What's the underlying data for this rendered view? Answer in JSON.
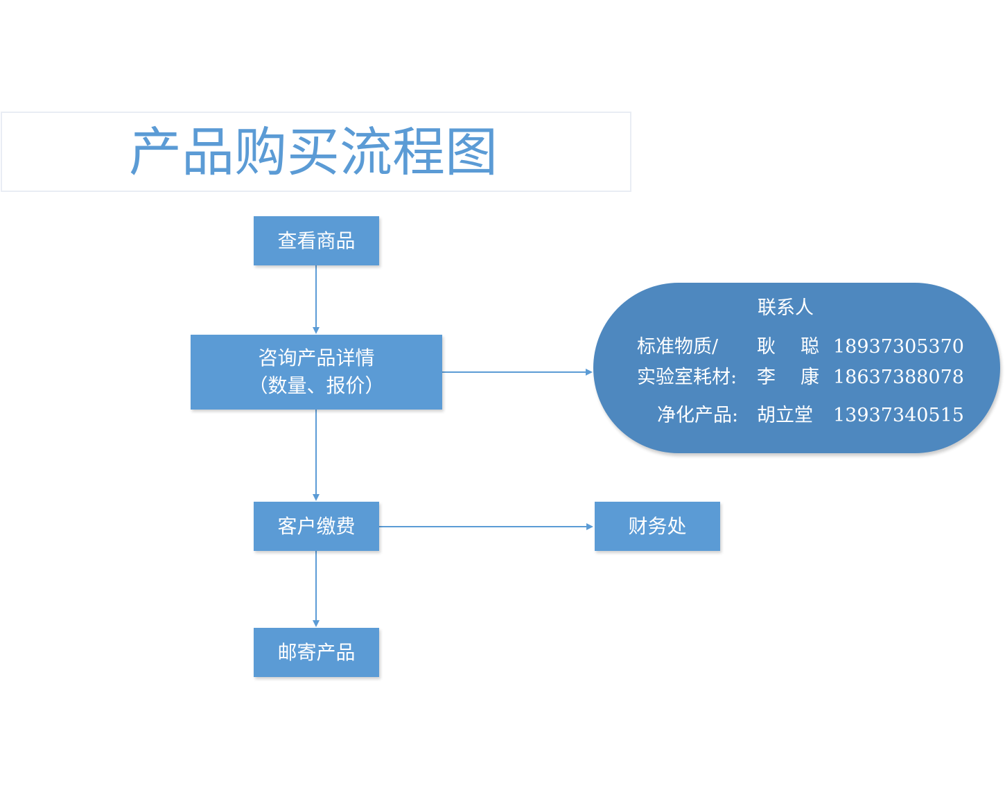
{
  "title": "产品购买流程图",
  "nodes": {
    "view_product": "查看商品",
    "consult_line1": "咨询产品详情",
    "consult_line2": "（数量、报价）",
    "payment": "客户缴费",
    "ship": "邮寄产品",
    "finance": "财务处"
  },
  "contact": {
    "heading": "联系人",
    "rows": [
      {
        "category": "标准物质/",
        "name_first": "耿",
        "name_second": "聪",
        "phone": "18937305370"
      },
      {
        "category": "实验室耗材:",
        "name_first": "李",
        "name_second": "康",
        "phone": "18637388078"
      },
      {
        "category": "净化产品:",
        "name_first": "胡立堂",
        "name_second": "",
        "phone": "13937340515"
      }
    ]
  },
  "colors": {
    "node_fill": "#5b9bd5",
    "contact_fill": "#4e88bf",
    "connector": "#5b9bd5",
    "title_text": "#5b9bd5",
    "title_border": "#e9edf4"
  }
}
